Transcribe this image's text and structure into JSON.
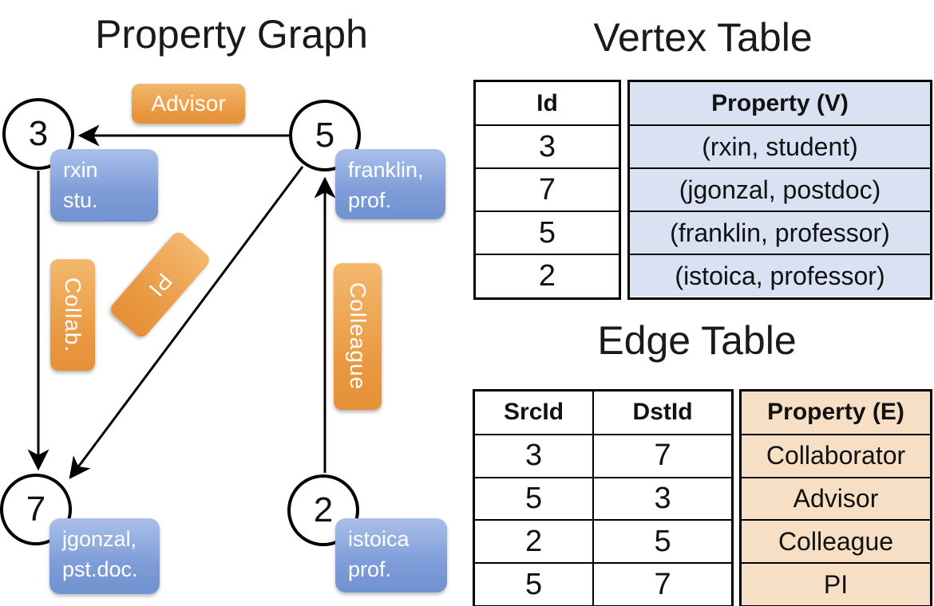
{
  "graph": {
    "title": "Property Graph",
    "nodes": [
      {
        "id": "3",
        "label_line1": "rxin",
        "label_line2": "stu."
      },
      {
        "id": "5",
        "label_line1": "franklin,",
        "label_line2": "prof."
      },
      {
        "id": "7",
        "label_line1": "jgonzal,",
        "label_line2": "pst.doc."
      },
      {
        "id": "2",
        "label_line1": "istoica",
        "label_line2": "prof."
      }
    ],
    "edge_labels": {
      "advisor": "Advisor",
      "collab": "Collab.",
      "pi": "PI",
      "colleague": "Colleague"
    }
  },
  "vertex_table": {
    "title": "Vertex Table",
    "headers": {
      "id": "Id",
      "property": "Property (V)"
    },
    "rows": [
      {
        "id": "3",
        "property": "(rxin, student)"
      },
      {
        "id": "7",
        "property": "(jgonzal, postdoc)"
      },
      {
        "id": "5",
        "property": "(franklin, professor)"
      },
      {
        "id": "2",
        "property": "(istoica, professor)"
      }
    ]
  },
  "edge_table": {
    "title": "Edge Table",
    "headers": {
      "src": "SrcId",
      "dst": "DstId",
      "property": "Property (E)"
    },
    "rows": [
      {
        "src": "3",
        "dst": "7",
        "property": "Collaborator"
      },
      {
        "src": "5",
        "dst": "3",
        "property": "Advisor"
      },
      {
        "src": "2",
        "dst": "5",
        "property": "Colleague"
      },
      {
        "src": "5",
        "dst": "7",
        "property": "PI"
      }
    ]
  },
  "colors": {
    "edge_label_orange": "#e99840",
    "vertex_label_blue": "#7e9cd8",
    "vertex_table_fill": "#d9e2f3",
    "edge_table_fill": "#f6dfc4",
    "line": "#000000"
  }
}
